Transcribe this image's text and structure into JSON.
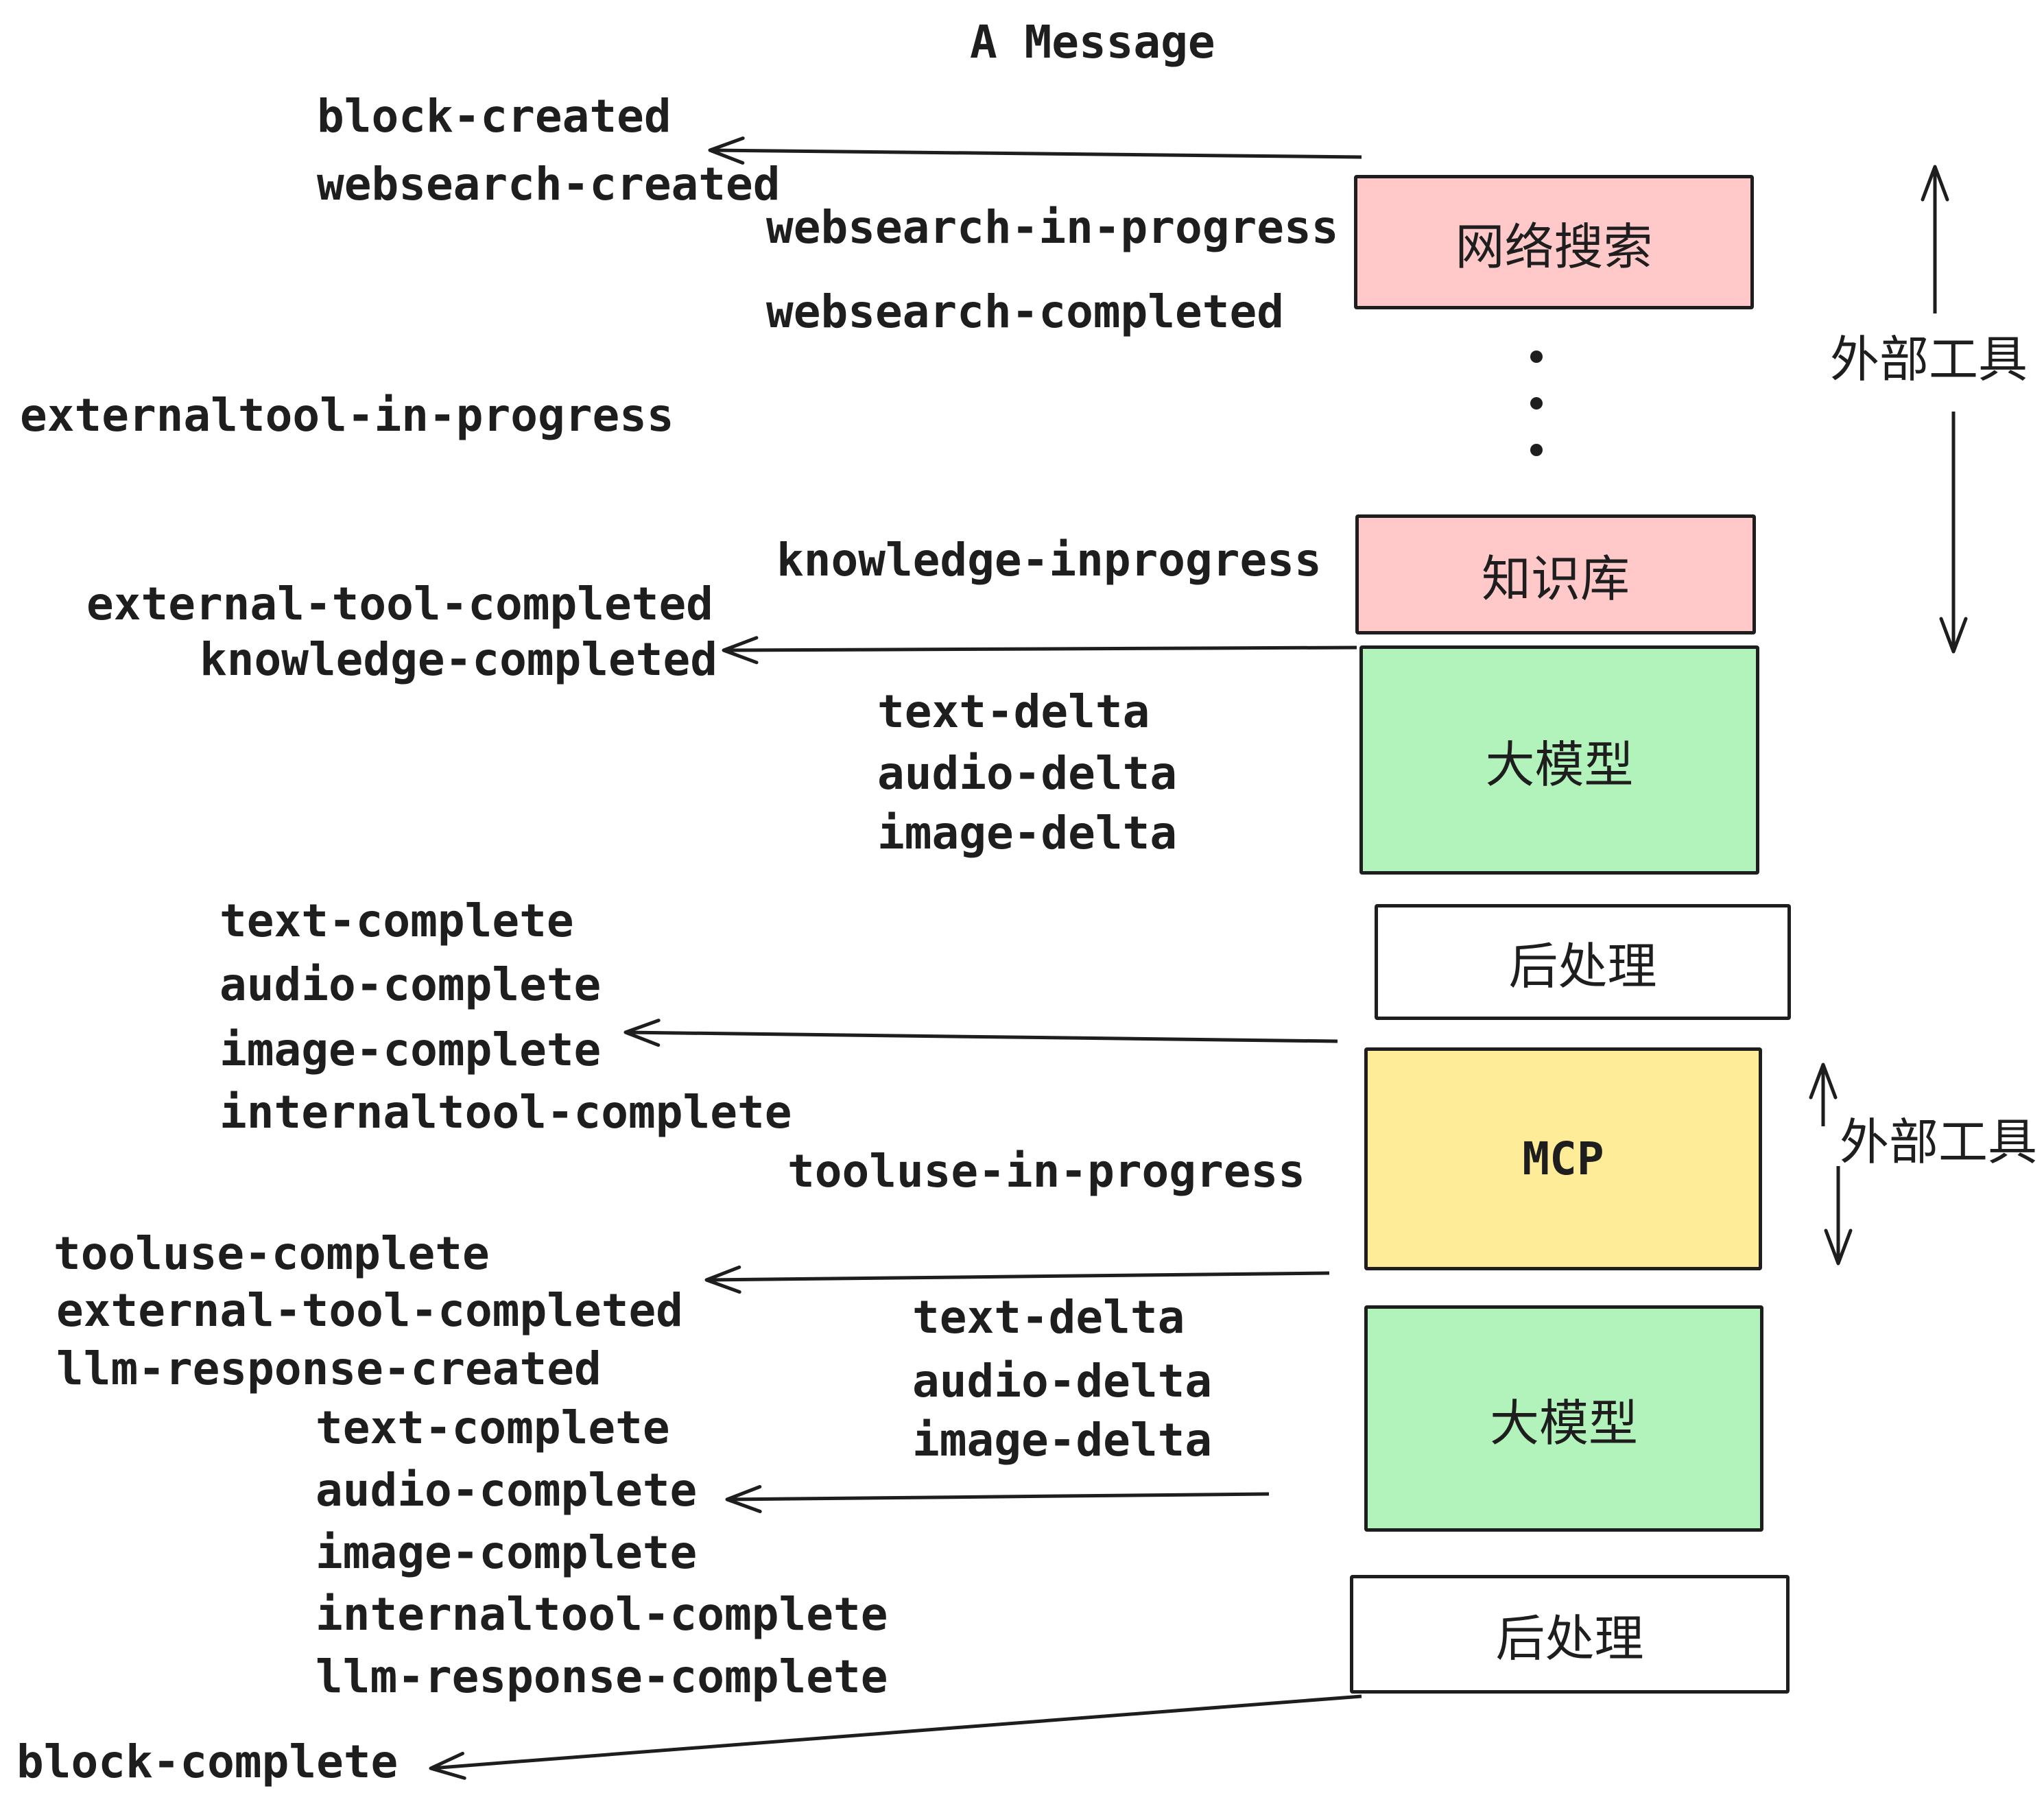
{
  "title": "A Message",
  "colors": {
    "pink": "#ffc9c9",
    "green": "#b2f2bb",
    "yellow": "#ffec99",
    "white": "#ffffff",
    "ink": "#1e1e1e"
  },
  "boxes": [
    {
      "id": "websearch",
      "label": "网络搜索"
    },
    {
      "id": "knowledge",
      "label": "知识库"
    },
    {
      "id": "llm-1",
      "label": "大模型"
    },
    {
      "id": "post-1",
      "label": "后处理"
    },
    {
      "id": "mcp",
      "label": "MCP"
    },
    {
      "id": "llm-2",
      "label": "大模型"
    },
    {
      "id": "post-2",
      "label": "后处理"
    }
  ],
  "side_annotations": [
    {
      "label": "外部工具"
    },
    {
      "label": "外部工具"
    }
  ],
  "events": [
    {
      "text": "block-created"
    },
    {
      "text": "websearch-created"
    },
    {
      "text": "websearch-in-progress"
    },
    {
      "text": "websearch-completed"
    },
    {
      "text": "externaltool-in-progress"
    },
    {
      "text": "knowledge-inprogress"
    },
    {
      "text": "external-tool-completed"
    },
    {
      "text": "knowledge-completed"
    },
    {
      "text": "text-delta"
    },
    {
      "text": "audio-delta"
    },
    {
      "text": "image-delta"
    },
    {
      "text": "text-complete"
    },
    {
      "text": "audio-complete"
    },
    {
      "text": "image-complete"
    },
    {
      "text": "internaltool-complete"
    },
    {
      "text": "tooluse-in-progress"
    },
    {
      "text": "tooluse-complete"
    },
    {
      "text": "external-tool-completed"
    },
    {
      "text": "llm-response-created"
    },
    {
      "text": "text-complete"
    },
    {
      "text": "text-delta"
    },
    {
      "text": "audio-delta"
    },
    {
      "text": "image-delta"
    },
    {
      "text": "audio-complete"
    },
    {
      "text": "image-complete"
    },
    {
      "text": "internaltool-complete"
    },
    {
      "text": "llm-response-complete"
    },
    {
      "text": "block-complete"
    }
  ]
}
